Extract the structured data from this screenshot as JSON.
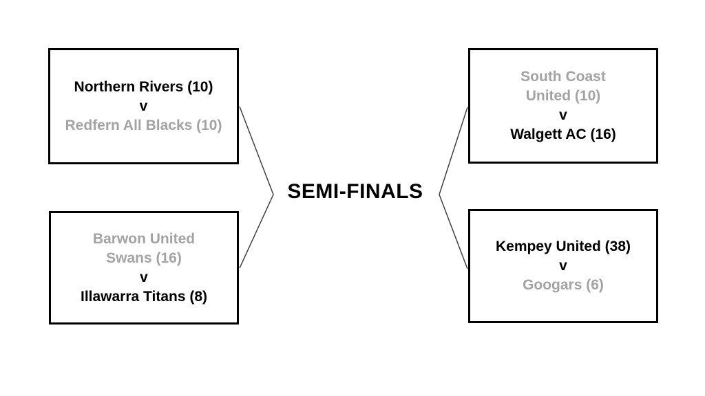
{
  "title": "SEMI-FINALS",
  "colors": {
    "background": "#ffffff",
    "text": "#000000",
    "muted_text": "#a3a3a3",
    "box_border": "#000000",
    "connector": "#3f3f3f"
  },
  "matches": [
    {
      "position": "top-left",
      "rows": [
        {
          "text": "Northern Rivers (10)",
          "muted": false
        },
        {
          "text": "v",
          "muted": false
        },
        {
          "text": "Redfern All Blacks (10)",
          "muted": true
        }
      ]
    },
    {
      "position": "bottom-left",
      "rows": [
        {
          "text": "Barwon United",
          "muted": true
        },
        {
          "text": "Swans (16)",
          "muted": true
        },
        {
          "text": "v",
          "muted": false
        },
        {
          "text": "Illawarra Titans (8)",
          "muted": false
        }
      ]
    },
    {
      "position": "top-right",
      "rows": [
        {
          "text": "South Coast",
          "muted": true
        },
        {
          "text": "United (10)",
          "muted": true
        },
        {
          "text": "v",
          "muted": false
        },
        {
          "text": "Walgett AC (16)",
          "muted": false
        }
      ]
    },
    {
      "position": "bottom-right",
      "rows": [
        {
          "text": "Kempey United (38)",
          "muted": false
        },
        {
          "text": "v",
          "muted": false
        },
        {
          "text": "Googars (6)",
          "muted": true
        }
      ]
    }
  ]
}
